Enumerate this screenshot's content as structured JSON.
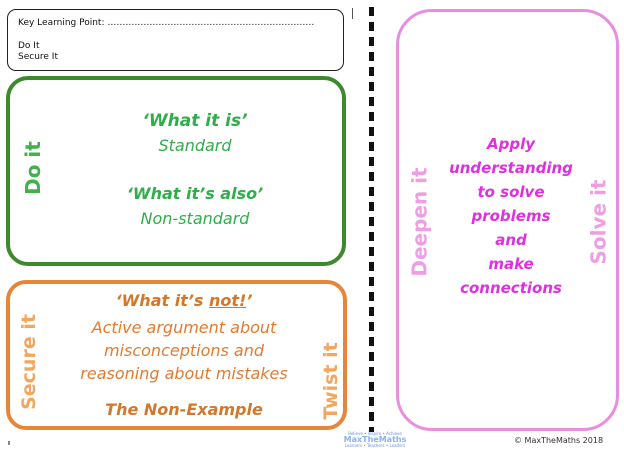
{
  "header": {
    "key_learning": "Key Learning Point: ……………………………………………………………",
    "do_it": "Do It",
    "secure_it": "Secure It"
  },
  "do_it_panel": {
    "side_label": "Do it",
    "line1": "‘What it is’",
    "line2": "Standard",
    "line3": "‘What it’s also’",
    "line4": "Non-standard",
    "border_color": "#3d8a2d",
    "text_color": "#2fae4a"
  },
  "secure_it_panel": {
    "side_label": "Secure it",
    "twist_label": "Twist it",
    "line1_prefix": "‘What it’s ",
    "line1_underlined": "not!",
    "line1_suffix": "’",
    "line2": "Active argument about",
    "line3": "misconceptions and",
    "line4": "reasoning about mistakes",
    "line5": "The Non-Example",
    "border_color": "#e5863b",
    "text_color": "#e47a2e"
  },
  "deepen_panel": {
    "side_label": "Deepen it",
    "solve_label": "Solve it",
    "lines": [
      "Apply",
      "understanding",
      "to solve",
      "problems",
      "and",
      "make",
      "connections"
    ],
    "border_color": "#e88ee0",
    "text_color": "#e02fe0"
  },
  "footer": {
    "logo_top": "Believe • Inspire • Achieve",
    "logo_main": "MaxTheMaths",
    "logo_bottom": "Learners • Teachers • Leaders",
    "copyright": "© MaxTheMaths 2018"
  }
}
